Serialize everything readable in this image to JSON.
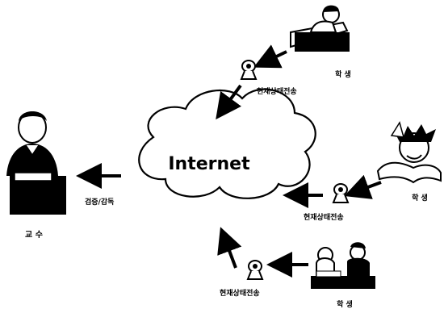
{
  "center": {
    "label": "Internet"
  },
  "professor": {
    "label": "교 수",
    "action": "검증/감독"
  },
  "students": [
    {
      "label": "학 생",
      "transmit": "현재상태전송"
    },
    {
      "label": "학 생",
      "transmit": "현재상태전송"
    },
    {
      "label": "학 생",
      "transmit": "현재상태전송"
    }
  ],
  "icons": {
    "webcam": "webcam-icon",
    "arrow": "arrow-icon",
    "cloud": "cloud-icon",
    "professor": "professor-figure",
    "student": "student-figure"
  },
  "colors": {
    "ink": "#000000",
    "background": "#ffffff"
  }
}
